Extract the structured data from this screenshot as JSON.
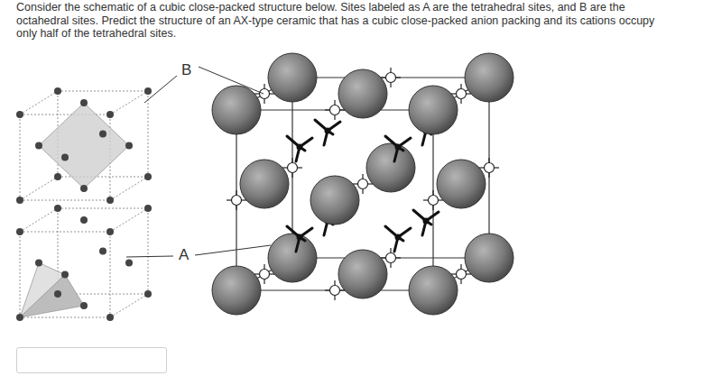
{
  "diagram": {
    "labels": [
      "Consider the schematic of a cubic close-packed structure below. Sites labeled as A are the tetrahedral sites, and B are the octahedral sites. Predict the structure of an AX-type ceramic that has a cubic close-packed anion packing and its cations occupy only half of the tetrahedral sites.",
      "B",
      "A"
    ]
  }
}
